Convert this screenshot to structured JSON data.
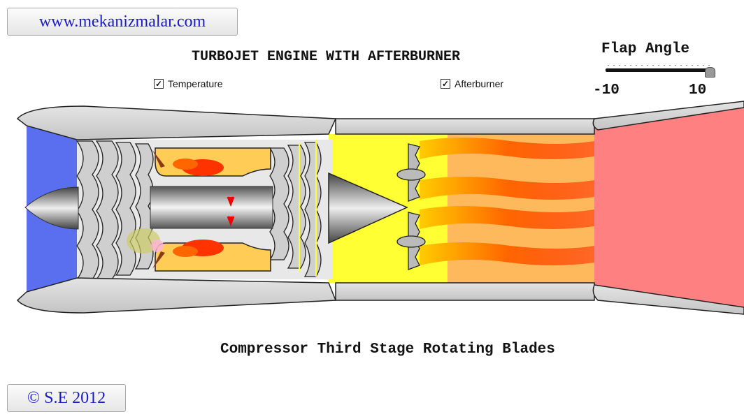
{
  "header": {
    "site_link": "www.mekanizmalar.com",
    "title": "TURBOJET ENGINE WITH AFTERBURNER"
  },
  "controls": {
    "temperature_label": "Temperature",
    "temperature_checked": true,
    "afterburner_label": "Afterburner",
    "afterburner_checked": true,
    "flap_title": "Flap Angle",
    "flap_min": "-10",
    "flap_max": "10",
    "flap_value": 10
  },
  "caption": "Compressor Third Stage Rotating Blades",
  "footer": {
    "copyright": "© S.E 2012"
  },
  "colors": {
    "intake": "#5a6ef0",
    "nacelle": "#d9d9d9",
    "afterburner_zone": "#ffff33",
    "exhaust": "#ff8080",
    "flame": "#ff3300"
  }
}
